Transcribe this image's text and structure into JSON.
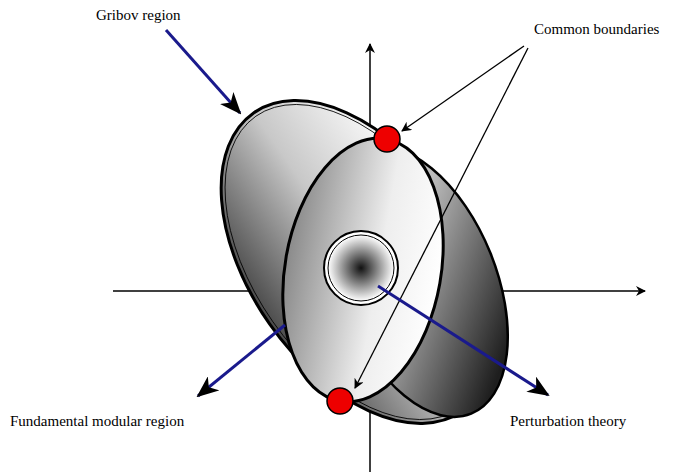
{
  "diagram": {
    "labels": [
      "Gribov region",
      "Common boundaries",
      "Fundamental modular region",
      "Perturbation theory"
    ]
  }
}
